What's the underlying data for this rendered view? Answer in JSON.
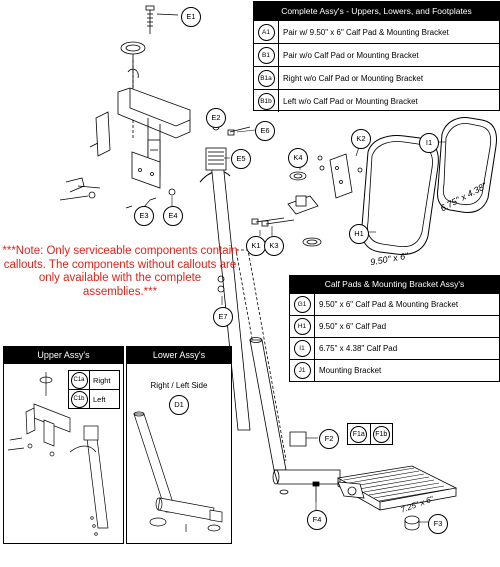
{
  "complete_table": {
    "title": "Complete Assy's - Uppers, Lowers, and Footplates",
    "rows": [
      {
        "code": "A1",
        "text": "Pair w/ 9.50\" x 6\" Calf Pad & Mounting Bracket"
      },
      {
        "code": "B1",
        "text": "Pair w/o Calf Pad or Mounting Bracket"
      },
      {
        "code": "B1a",
        "text": "Right w/o Calf Pad or Mounting Bracket"
      },
      {
        "code": "B1b",
        "text": "Left w/o Calf Pad or Mounting Bracket"
      }
    ]
  },
  "calf_table": {
    "title": "Calf Pads & Mounting Bracket Assy's",
    "rows": [
      {
        "code": "G1",
        "text": "9.50\" x 6\" Calf Pad & Mounting Bracket"
      },
      {
        "code": "H1",
        "text": "9.50\" x 6\" Calf Pad"
      },
      {
        "code": "I1",
        "text": "6.75\" x 4.38\" Calf Pad"
      },
      {
        "code": "J1",
        "text": "Mounting Bracket"
      }
    ]
  },
  "note": "***Note: Only serviceable components contain callouts. The components without callouts are only available with the complete assemblies.***",
  "upper_panel": {
    "title": "Upper Assy's",
    "rows": [
      {
        "code": "C1a",
        "text": "Right"
      },
      {
        "code": "C1b",
        "text": "Left"
      }
    ]
  },
  "lower_panel": {
    "title": "Lower Assy's",
    "subtitle": "Right / Left Side",
    "code": "D1"
  },
  "callouts": {
    "E1": "E1",
    "E2": "E2",
    "E3": "E3",
    "E4": "E4",
    "E5": "E5",
    "E6": "E6",
    "E7": "E7",
    "K1": "K1",
    "K2": "K2",
    "K3": "K3",
    "K4": "K4",
    "H1": "H1",
    "I1": "I1",
    "F1a": "F1a",
    "F1b": "F1b",
    "F2": "F2",
    "F3": "F3",
    "F4": "F4"
  },
  "dimensions": {
    "pad_large": "9.50\" x 6\"",
    "pad_small": "6.75\" x 4.38\"",
    "footplate": "7.25\" x 6\""
  },
  "colors": {
    "note_red": "#e32219"
  }
}
